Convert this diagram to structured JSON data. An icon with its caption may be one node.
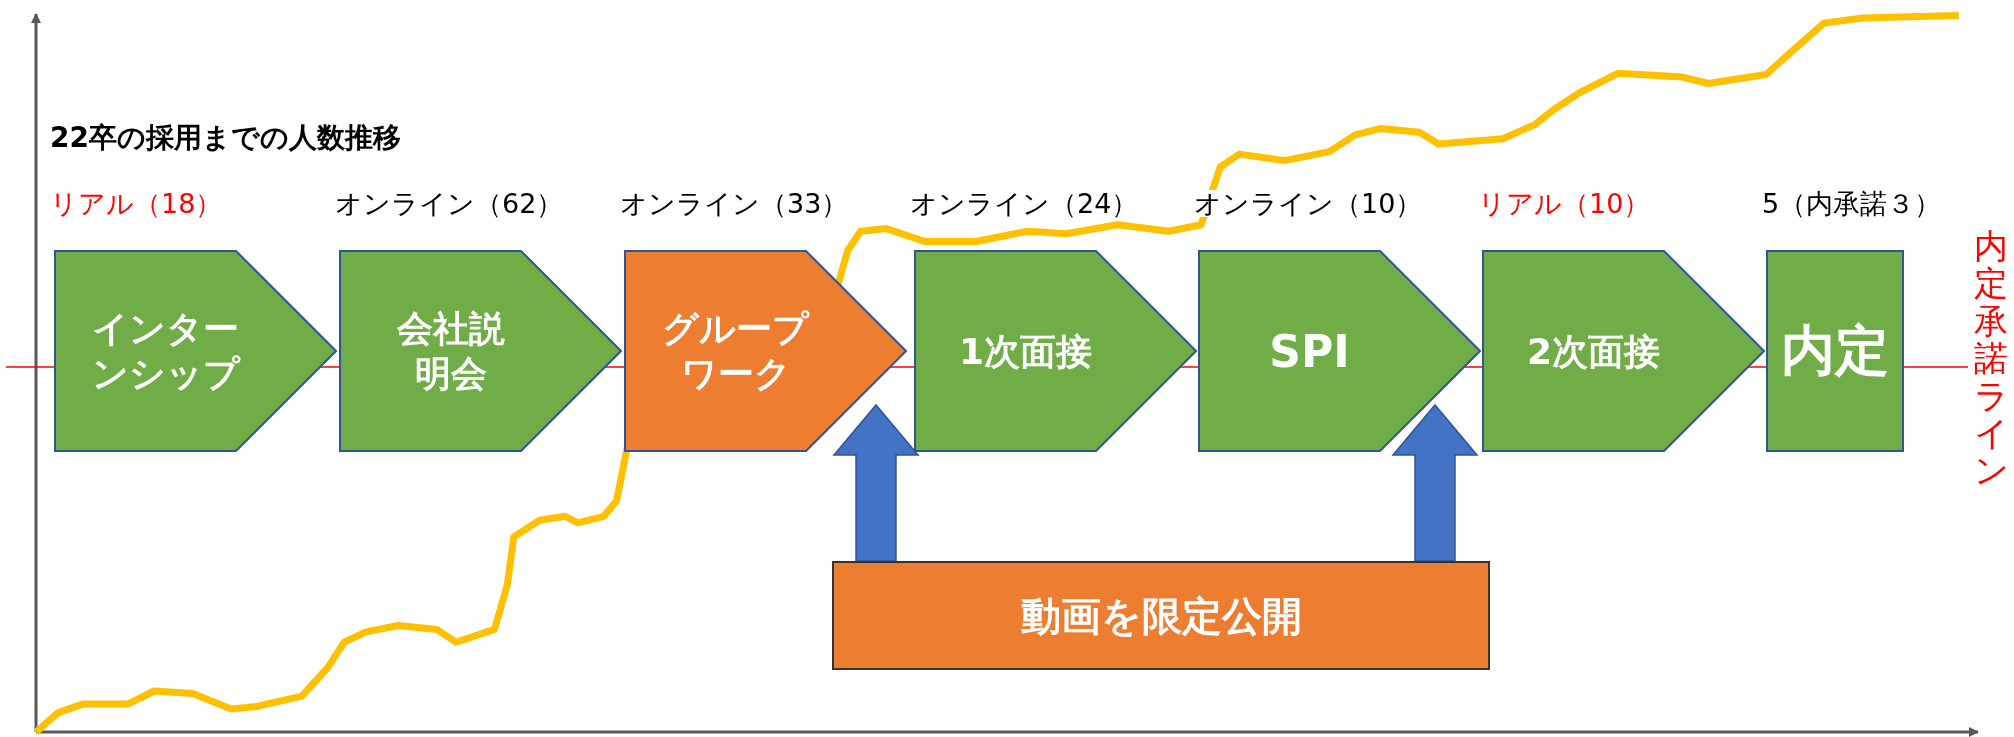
{
  "diagram": {
    "title": "22卒の採用までの人数推移",
    "nodes": [
      {
        "text": [
          "インターンシップ"
        ],
        "beside": [
          "リアル（18）"
        ]
      },
      {
        "text": [
          "会社説明会"
        ],
        "beside": [
          "オンライン（62）"
        ]
      },
      {
        "text": [
          "グループワーク"
        ],
        "beside": [
          "オンライン（33）"
        ]
      },
      {
        "text": [
          "1次面接"
        ],
        "beside": [
          "オンライン（24）"
        ]
      },
      {
        "text": [
          "SPI"
        ],
        "beside": [
          "オンライン（10）"
        ]
      },
      {
        "text": [
          "2次面接"
        ],
        "beside": [
          "リアル（10）"
        ]
      },
      {
        "text": [
          "内定"
        ],
        "beside": [
          "5（内承諾３）"
        ]
      },
      {
        "text": [
          "動画を限定公開"
        ]
      }
    ],
    "edges": [
      {
        "from": 7,
        "to": null,
        "arrow": "to",
        "style": "thick"
      },
      {
        "from": 7,
        "to": null,
        "arrow": "to",
        "style": "thick"
      }
    ],
    "labels": [
      "内定承諾ライン"
    ]
  }
}
